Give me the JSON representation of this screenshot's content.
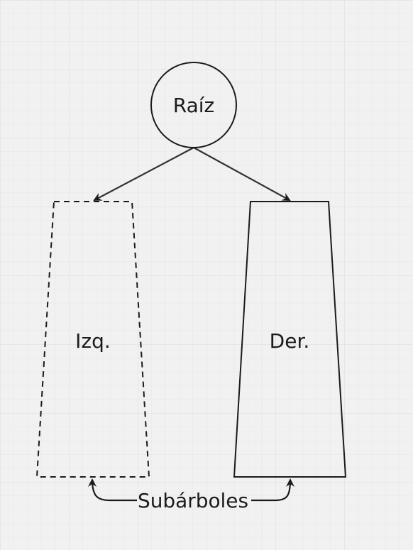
{
  "diagram": {
    "root_label": "Raíz",
    "left_label": "Izq.",
    "right_label": "Der.",
    "subtrees_label": "Subárboles"
  },
  "colors": {
    "background": "#f1f1f1",
    "grid": "#e2e2e2",
    "stroke": "#1b1b1b"
  }
}
